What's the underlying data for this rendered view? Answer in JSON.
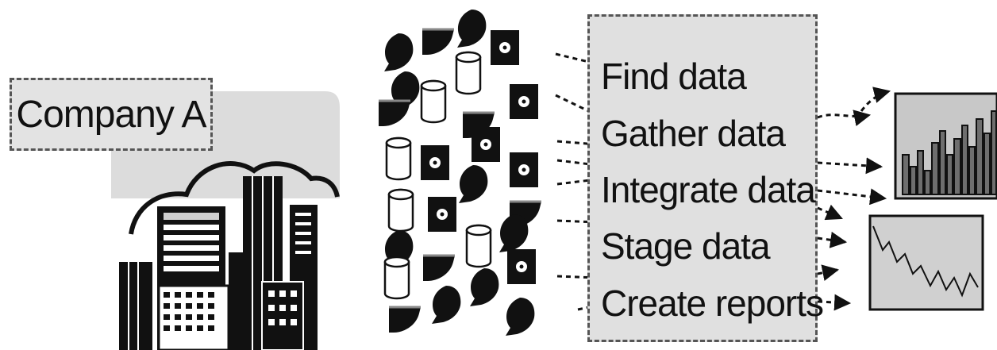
{
  "company": {
    "label": "Company A"
  },
  "process": {
    "steps": [
      {
        "label": "Find data"
      },
      {
        "label": "Gather data"
      },
      {
        "label": "Integrate data"
      },
      {
        "label": "Stage data"
      },
      {
        "label": "Create reports"
      }
    ]
  },
  "icons": {
    "company": "building-icon",
    "cloud": "cloud-icon",
    "sources": [
      "database-icon",
      "disk-icon",
      "circle-icon",
      "cup-icon"
    ],
    "bar_chart": "bar-chart-icon",
    "line_chart": "line-chart-icon"
  },
  "colors": {
    "ink": "#111111",
    "panel_fill": "#e0e0e0",
    "dashed_border": "#555555",
    "chart_bar": "#6e6e6e"
  }
}
